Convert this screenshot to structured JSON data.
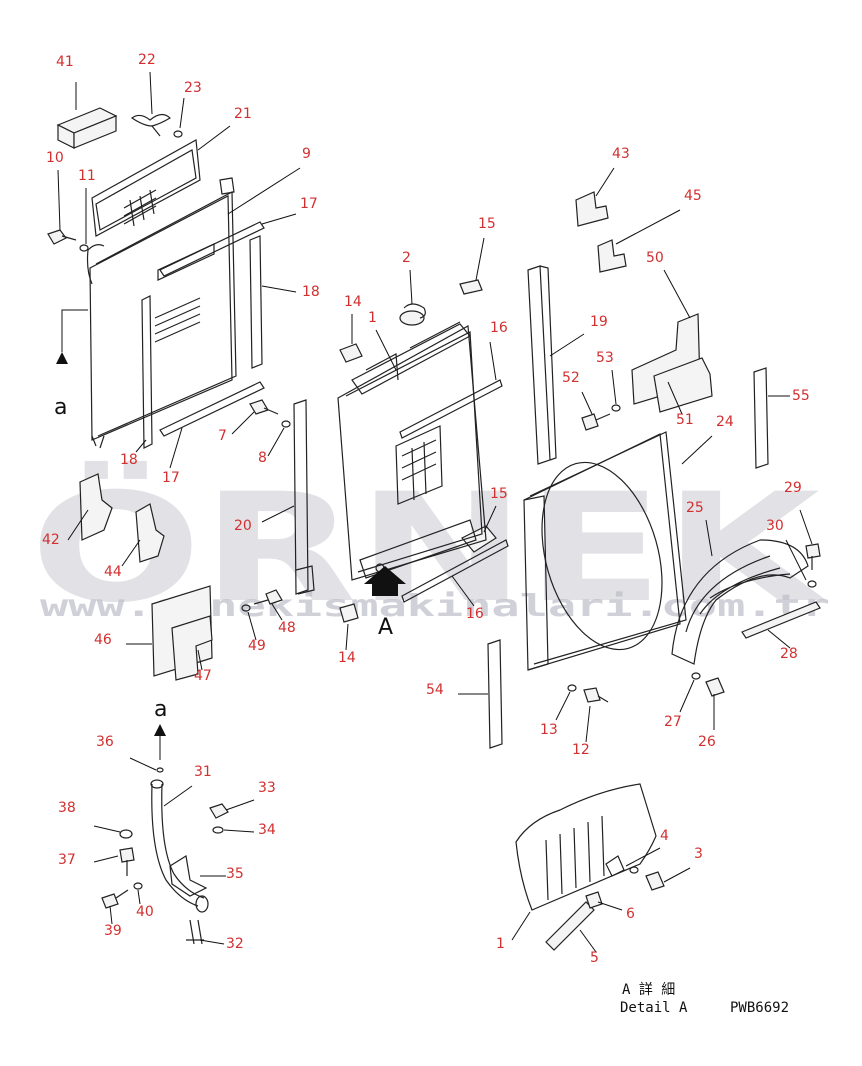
{
  "watermark": {
    "brand": "ÖRNEK",
    "url": "www.ornekismakinalari.com.tr"
  },
  "callouts": [
    {
      "id": "c41",
      "label": "41"
    },
    {
      "id": "c22",
      "label": "22"
    },
    {
      "id": "c23",
      "label": "23"
    },
    {
      "id": "c21",
      "label": "21"
    },
    {
      "id": "c10",
      "label": "10"
    },
    {
      "id": "c11",
      "label": "11"
    },
    {
      "id": "c9",
      "label": "9"
    },
    {
      "id": "c17a",
      "label": "17"
    },
    {
      "id": "c18a",
      "label": "18"
    },
    {
      "id": "c7",
      "label": "7"
    },
    {
      "id": "c8",
      "label": "8"
    },
    {
      "id": "c18b",
      "label": "18"
    },
    {
      "id": "c17b",
      "label": "17"
    },
    {
      "id": "c2",
      "label": "2"
    },
    {
      "id": "c15a",
      "label": "15"
    },
    {
      "id": "c14a",
      "label": "14"
    },
    {
      "id": "c1a",
      "label": "1"
    },
    {
      "id": "c16a",
      "label": "16"
    },
    {
      "id": "c19",
      "label": "19"
    },
    {
      "id": "c43",
      "label": "43"
    },
    {
      "id": "c45",
      "label": "45"
    },
    {
      "id": "c50",
      "label": "50"
    },
    {
      "id": "c53",
      "label": "53"
    },
    {
      "id": "c52",
      "label": "52"
    },
    {
      "id": "c51",
      "label": "51"
    },
    {
      "id": "c24",
      "label": "24"
    },
    {
      "id": "c55",
      "label": "55"
    },
    {
      "id": "c29",
      "label": "29"
    },
    {
      "id": "c30",
      "label": "30"
    },
    {
      "id": "c25",
      "label": "25"
    },
    {
      "id": "c15b",
      "label": "15"
    },
    {
      "id": "c20",
      "label": "20"
    },
    {
      "id": "c42",
      "label": "42"
    },
    {
      "id": "c44",
      "label": "44"
    },
    {
      "id": "c16b",
      "label": "16"
    },
    {
      "id": "c48",
      "label": "48"
    },
    {
      "id": "c49",
      "label": "49"
    },
    {
      "id": "c46",
      "label": "46"
    },
    {
      "id": "c47",
      "label": "47"
    },
    {
      "id": "c14b",
      "label": "14"
    },
    {
      "id": "c28",
      "label": "28"
    },
    {
      "id": "c54",
      "label": "54"
    },
    {
      "id": "c13",
      "label": "13"
    },
    {
      "id": "c12",
      "label": "12"
    },
    {
      "id": "c27",
      "label": "27"
    },
    {
      "id": "c26",
      "label": "26"
    },
    {
      "id": "c36",
      "label": "36"
    },
    {
      "id": "c31",
      "label": "31"
    },
    {
      "id": "c33",
      "label": "33"
    },
    {
      "id": "c38",
      "label": "38"
    },
    {
      "id": "c34",
      "label": "34"
    },
    {
      "id": "c37",
      "label": "37"
    },
    {
      "id": "c35",
      "label": "35"
    },
    {
      "id": "c39",
      "label": "39"
    },
    {
      "id": "c40",
      "label": "40"
    },
    {
      "id": "c32",
      "label": "32"
    },
    {
      "id": "c4",
      "label": "4"
    },
    {
      "id": "c3",
      "label": "3"
    },
    {
      "id": "c6",
      "label": "6"
    },
    {
      "id": "c1b",
      "label": "1"
    },
    {
      "id": "c5",
      "label": "5"
    }
  ],
  "view_markers": {
    "a_top": "a",
    "a_bottom": "a",
    "arrow_label": "A"
  },
  "detail": {
    "caption_jp": "A 詳 細",
    "caption_en": "Detail A",
    "drawing_no": "PWB6692"
  }
}
